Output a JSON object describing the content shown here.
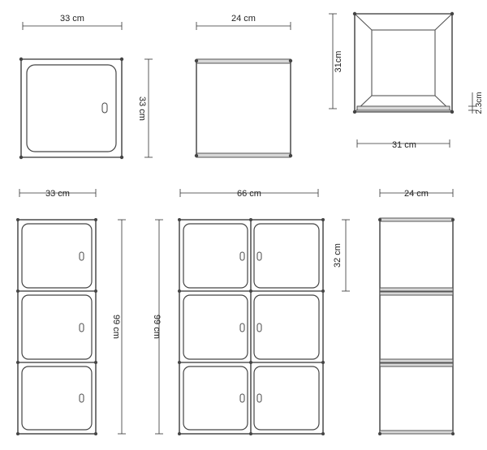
{
  "labels": {
    "cube_width": "33 cm",
    "cube_height": "33 cm",
    "cube_depth": "24 cm",
    "inner_height": "31cm",
    "inner_width": "31 cm",
    "panel_depth": "2.3cm",
    "tall_width": "33 cm",
    "tall_height": "99 cm",
    "wide_width": "66 cm",
    "wide_height": "99 cm",
    "wide_cell_height": "32 cm",
    "side_depth": "24 cm"
  }
}
